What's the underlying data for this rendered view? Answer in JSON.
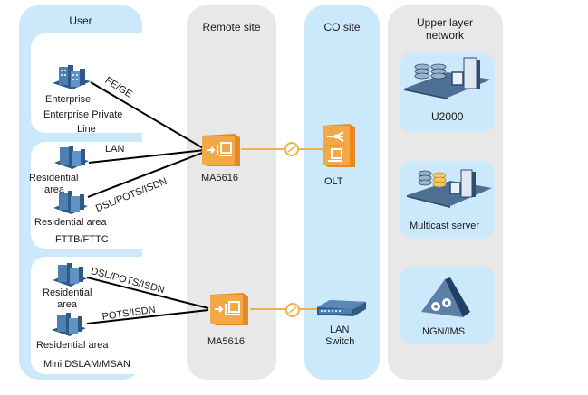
{
  "columns": {
    "user": "User",
    "remote": "Remote site",
    "co": "CO site",
    "upper": "Upper layer network"
  },
  "user_groups": [
    {
      "name": "Enterprise Private Line",
      "sites": [
        "Enterprise"
      ],
      "links": [
        "FE/GE"
      ]
    },
    {
      "name": "FTTB/FTTC",
      "sites": [
        "Residential area",
        "Residential area"
      ],
      "links": [
        "LAN",
        "DSL/POTS/ISDN"
      ]
    },
    {
      "name": "Mini DSLAM/MSAN",
      "sites": [
        "Residential area",
        "Residential area"
      ],
      "links": [
        "DSL/POTS/ISDN",
        "POTS/ISDN"
      ]
    }
  ],
  "labels": {
    "enterprise": "Enterprise",
    "enterprise_private_line_1": "Enterprise Private",
    "enterprise_private_line_2": "Line",
    "fe_ge": "FE/GE",
    "lan": "LAN",
    "residential_area_wrap_1": "Residential",
    "residential_area_wrap_2": "area",
    "residential_area": "Residential area",
    "dsl_pots_isdn": "DSL/POTS/ISDN",
    "pots_isdn": "POTS/ISDN",
    "fttb_fttc": "FTTB/FTTC",
    "mini_dslam_msan": "Mini DSLAM/MSAN"
  },
  "devices": {
    "ma5616_top": "MA5616",
    "ma5616_bottom": "MA5616",
    "olt": "OLT",
    "lan_switch_1": "LAN",
    "lan_switch_2": "Switch"
  },
  "upper_layer": {
    "u2000": "U2000",
    "multicast": "Multicast server",
    "ngn": "NGN/IMS"
  },
  "colors": {
    "user_bg": "#cbe9fb",
    "site_bg": "#e8e8e8",
    "device_orange": "#f0a040",
    "fiber": "#f2b04a",
    "building_blue": "#3f6e9e"
  }
}
